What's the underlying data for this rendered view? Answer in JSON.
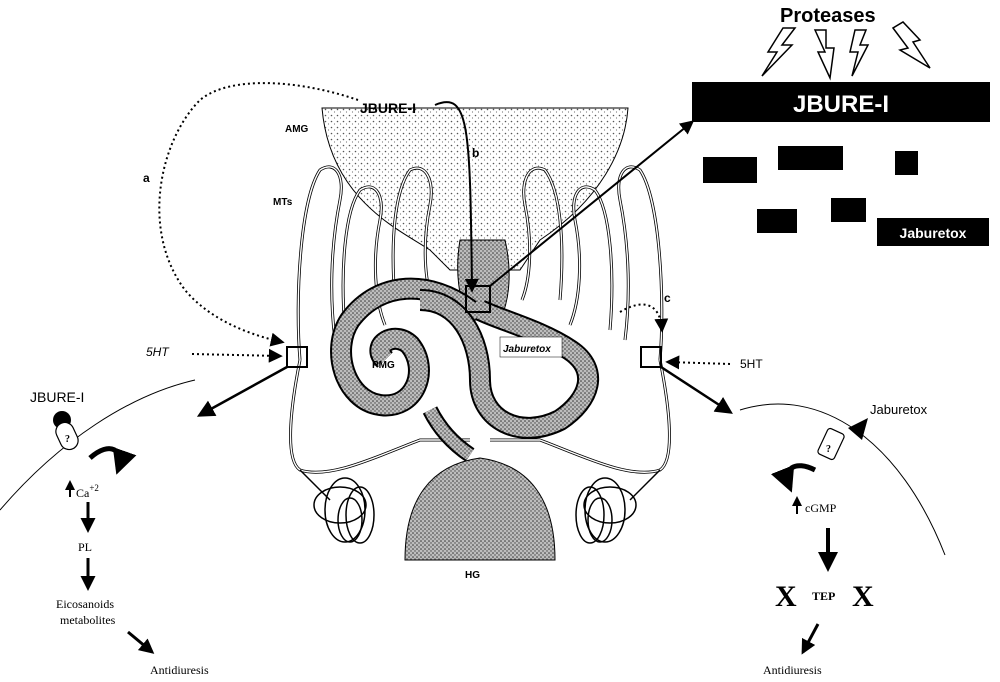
{
  "proteases_label": "Proteases",
  "jbure_bar_label": "JBURE-I",
  "jaburetox_fragment_label": "Jaburetox",
  "anatomy": {
    "amg": "AMG",
    "mts": "MTs",
    "pmg": "PMG",
    "hg": "HG",
    "jaburetox_in_gut": "Jaburetox",
    "jbure_top": "JBURE-I"
  },
  "routes": {
    "a": "a",
    "b": "b",
    "c": "c"
  },
  "serotonin_left": "5HT",
  "serotonin_right": "5HT",
  "left_cell": {
    "toxin": "JBURE-I",
    "receptor": "?",
    "calcium": "Ca",
    "calcium_sup": "+2",
    "pl": "PL",
    "eico_line1": "Eicosanoids",
    "eico_line2": "metabolites",
    "outcome": "Antidiuresis"
  },
  "right_cell": {
    "toxin": "Jaburetox",
    "receptor": "?",
    "cgmp": "cGMP",
    "x_left": "X",
    "tep": "TEP",
    "x_right": "X",
    "outcome": "Antidiuresis"
  },
  "colors": {
    "ink": "#000000",
    "paper": "#ffffff",
    "gut_fill": "#8a8a8a",
    "organ_fill": "#c9c9c9"
  }
}
